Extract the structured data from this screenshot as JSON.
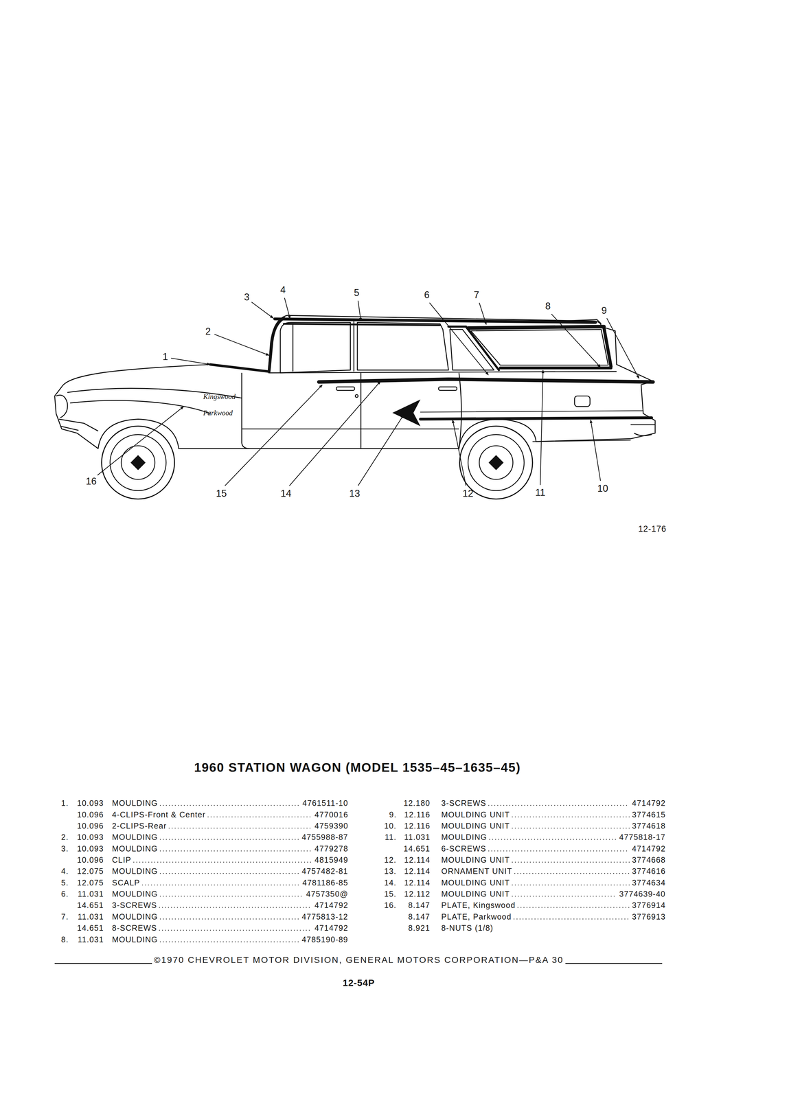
{
  "diagram": {
    "title": "1960 STATION WAGON (MODEL 1535–45–1635–45)",
    "labels": [
      "1",
      "2",
      "3",
      "4",
      "5",
      "6",
      "7",
      "8",
      "9",
      "10",
      "11",
      "12",
      "13",
      "14",
      "15",
      "16",
      "Kingswood",
      "Parkwood",
      "12-176",
      "1.",
      "10.093",
      "MOULDING",
      "4761511-10",
      "10.096",
      "4-CLIPS-Front & Center",
      "4770016",
      "10.096",
      "2-CLIPS-Rear",
      "4759390",
      "2.",
      "10.093",
      "MOULDING",
      "4755988-87",
      "3.",
      "10.093",
      "MOULDING",
      "4779278",
      "10.096",
      "CLIP",
      "4815949",
      "4.",
      "12.075",
      "MOULDING",
      "4757482-81",
      "5.",
      "12.075",
      "SCALP",
      "4781186-85",
      "6.",
      "11.031",
      "MOULDING",
      "4757350@",
      "14.651",
      "3-SCREWS",
      "4714792",
      "7.",
      "11.031",
      "MOULDING",
      "4775813-12",
      "14.651",
      "8-SCREWS",
      "4714792",
      "8.",
      "11.031",
      "MOULDING",
      "4785190-89",
      "12.180",
      "3-SCREWS",
      "4714792",
      "9.",
      "12.116",
      "MOULDING UNIT",
      "3774615",
      "10.",
      "12.116",
      "MOULDING UNIT",
      "3774618",
      "11.",
      "11.031",
      "MOULDING",
      "4775818-17",
      "14.651",
      "6-SCREWS",
      "4714792",
      "12.",
      "12.114",
      "MOULDING UNIT",
      "3774668",
      "13.",
      "12.114",
      "ORNAMENT UNIT",
      "3774616",
      "14.",
      "12.114",
      "MOULDING UNIT",
      "3774634",
      "15.",
      "12.112",
      "MOULDING UNIT",
      "3774639-40",
      "16.",
      "8.147",
      "PLATE, Kingswood",
      "3776914",
      "8.147",
      "PLATE, Parkwood",
      "3776913",
      "8.921",
      "8-NUTS (1/8)",
      "©1970 CHEVROLET MOTOR DIVISION, GENERAL MOTORS CORPORATION—P&A 30",
      "12-54P"
    ]
  }
}
